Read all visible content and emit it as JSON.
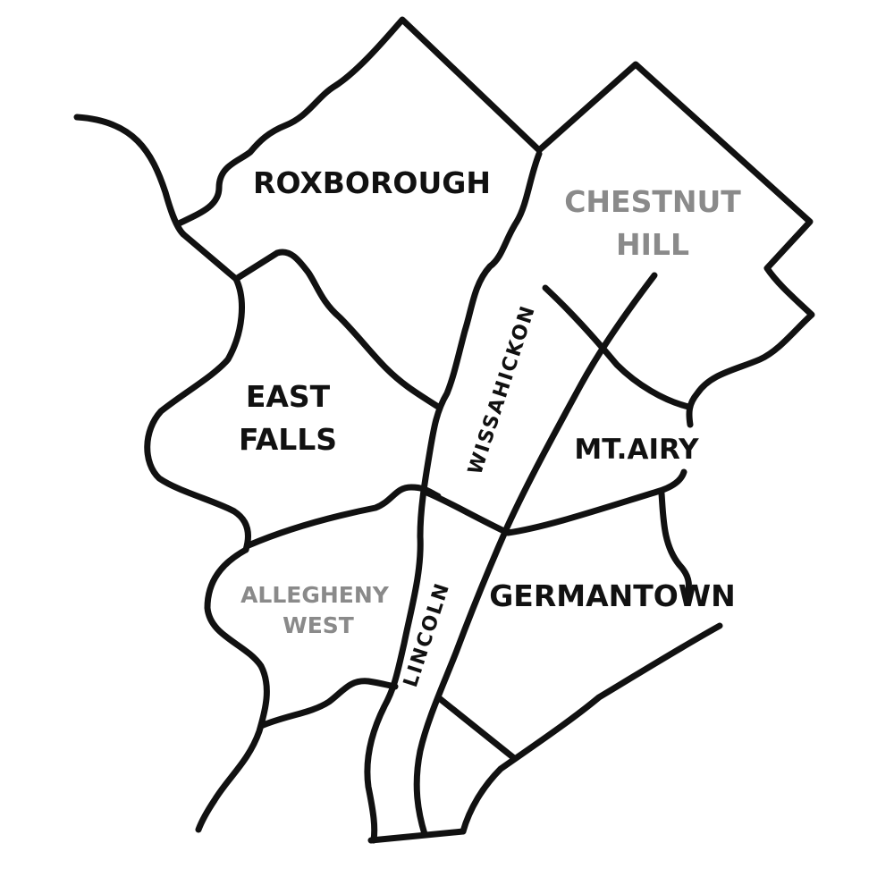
{
  "colors": {
    "line": "#111111",
    "dark_label": "#111111",
    "gray_label": "#8a8a8a",
    "background": "#ffffff"
  },
  "neighborhoods": {
    "roxborough": {
      "label": "ROXBOROUGH",
      "tone": "dark"
    },
    "chestnut_hill": {
      "line1": "CHESTNUT",
      "line2": "HILL",
      "tone": "gray"
    },
    "east_falls": {
      "line1": "EAST",
      "line2": "FALLS",
      "tone": "dark"
    },
    "mt_airy": {
      "label": "MT.AIRY",
      "tone": "dark"
    },
    "allegheny_west": {
      "line1": "ALLEGHENY",
      "line2": "WEST",
      "tone": "gray"
    },
    "germantown": {
      "label": "GERMANTOWN",
      "tone": "dark"
    }
  },
  "streets": {
    "wissahickon": {
      "label": "WISSAHICKON"
    },
    "lincoln": {
      "label": "LINCOLN"
    }
  }
}
